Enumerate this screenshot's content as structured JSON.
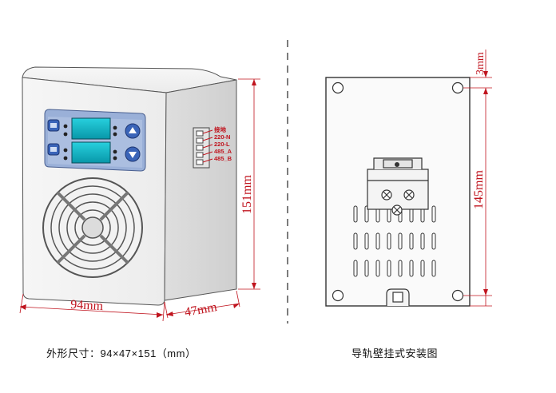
{
  "left_view": {
    "caption": "外形尺寸：94×47×151（mm）",
    "dim_width": "94mm",
    "dim_depth": "47mm",
    "dim_height": "151mm",
    "terminals": [
      "接地",
      "220-N",
      "220-L",
      "485_A",
      "485_B"
    ]
  },
  "right_view": {
    "caption": "导轨壁挂式安装图",
    "dim_hole_offset": "3mm",
    "dim_hole_spacing": "145mm"
  },
  "colors": {
    "dimension": "#c0141e",
    "outline": "#333333",
    "display_bezel": "#9ab0d8",
    "display_screen": "#0ab8c8",
    "button_blue": "#3a64b8"
  }
}
